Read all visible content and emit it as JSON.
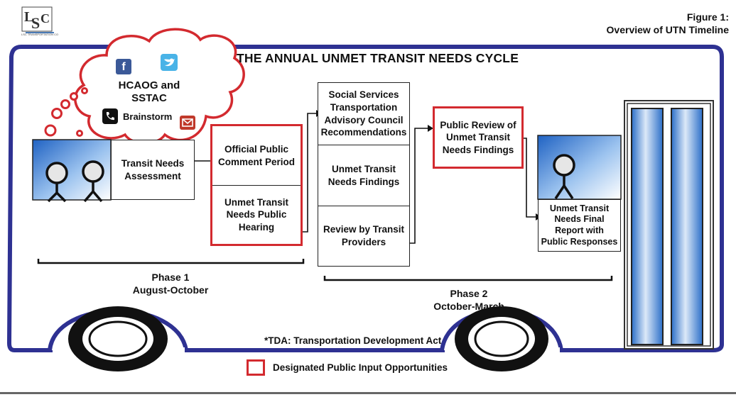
{
  "figure": {
    "line1": "Figure 1:",
    "line2": "Overview of UTN Timeline"
  },
  "logo": {
    "text": "LSC TRANSPORTATION CONSULTANTS, INC."
  },
  "title": "THE ANNUAL UNMET TRANSIT NEEDS CYCLE",
  "cloud": {
    "line1": "HCAOG and",
    "line2": "SSTAC",
    "brainstorm": "Brainstorm"
  },
  "boxes": {
    "assessment": [
      "Transit Needs",
      "Assessment"
    ],
    "official_comment": [
      "Official Public",
      "Comment Period"
    ],
    "public_hearing": [
      "Unmet Transit",
      "Needs Public",
      "Hearing"
    ],
    "ssta": [
      "Social Services",
      "Transportation",
      "Advisory Council",
      "Recommendations"
    ],
    "findings": [
      "Unmet Transit",
      "Needs Findings"
    ],
    "review_providers": [
      "Review by Transit",
      "Providers"
    ],
    "public_review": [
      "Public Review of",
      "Unmet Transit",
      "Needs Findings"
    ],
    "final_report": [
      "Unmet Transit",
      "Needs Final",
      "Report with",
      "Public Responses"
    ]
  },
  "phase1": {
    "name": "Phase 1",
    "period": "August-October"
  },
  "phase2": {
    "name": "Phase 2",
    "period": "October-March"
  },
  "tda_note": "*TDA: Transportation Development Act",
  "legend": {
    "label": "Designated Public Input Opportunities"
  },
  "colors": {
    "bus_outline": "#2e3192",
    "red_highlight": "#d32a2f",
    "window_blue": "#3b7fd0"
  }
}
